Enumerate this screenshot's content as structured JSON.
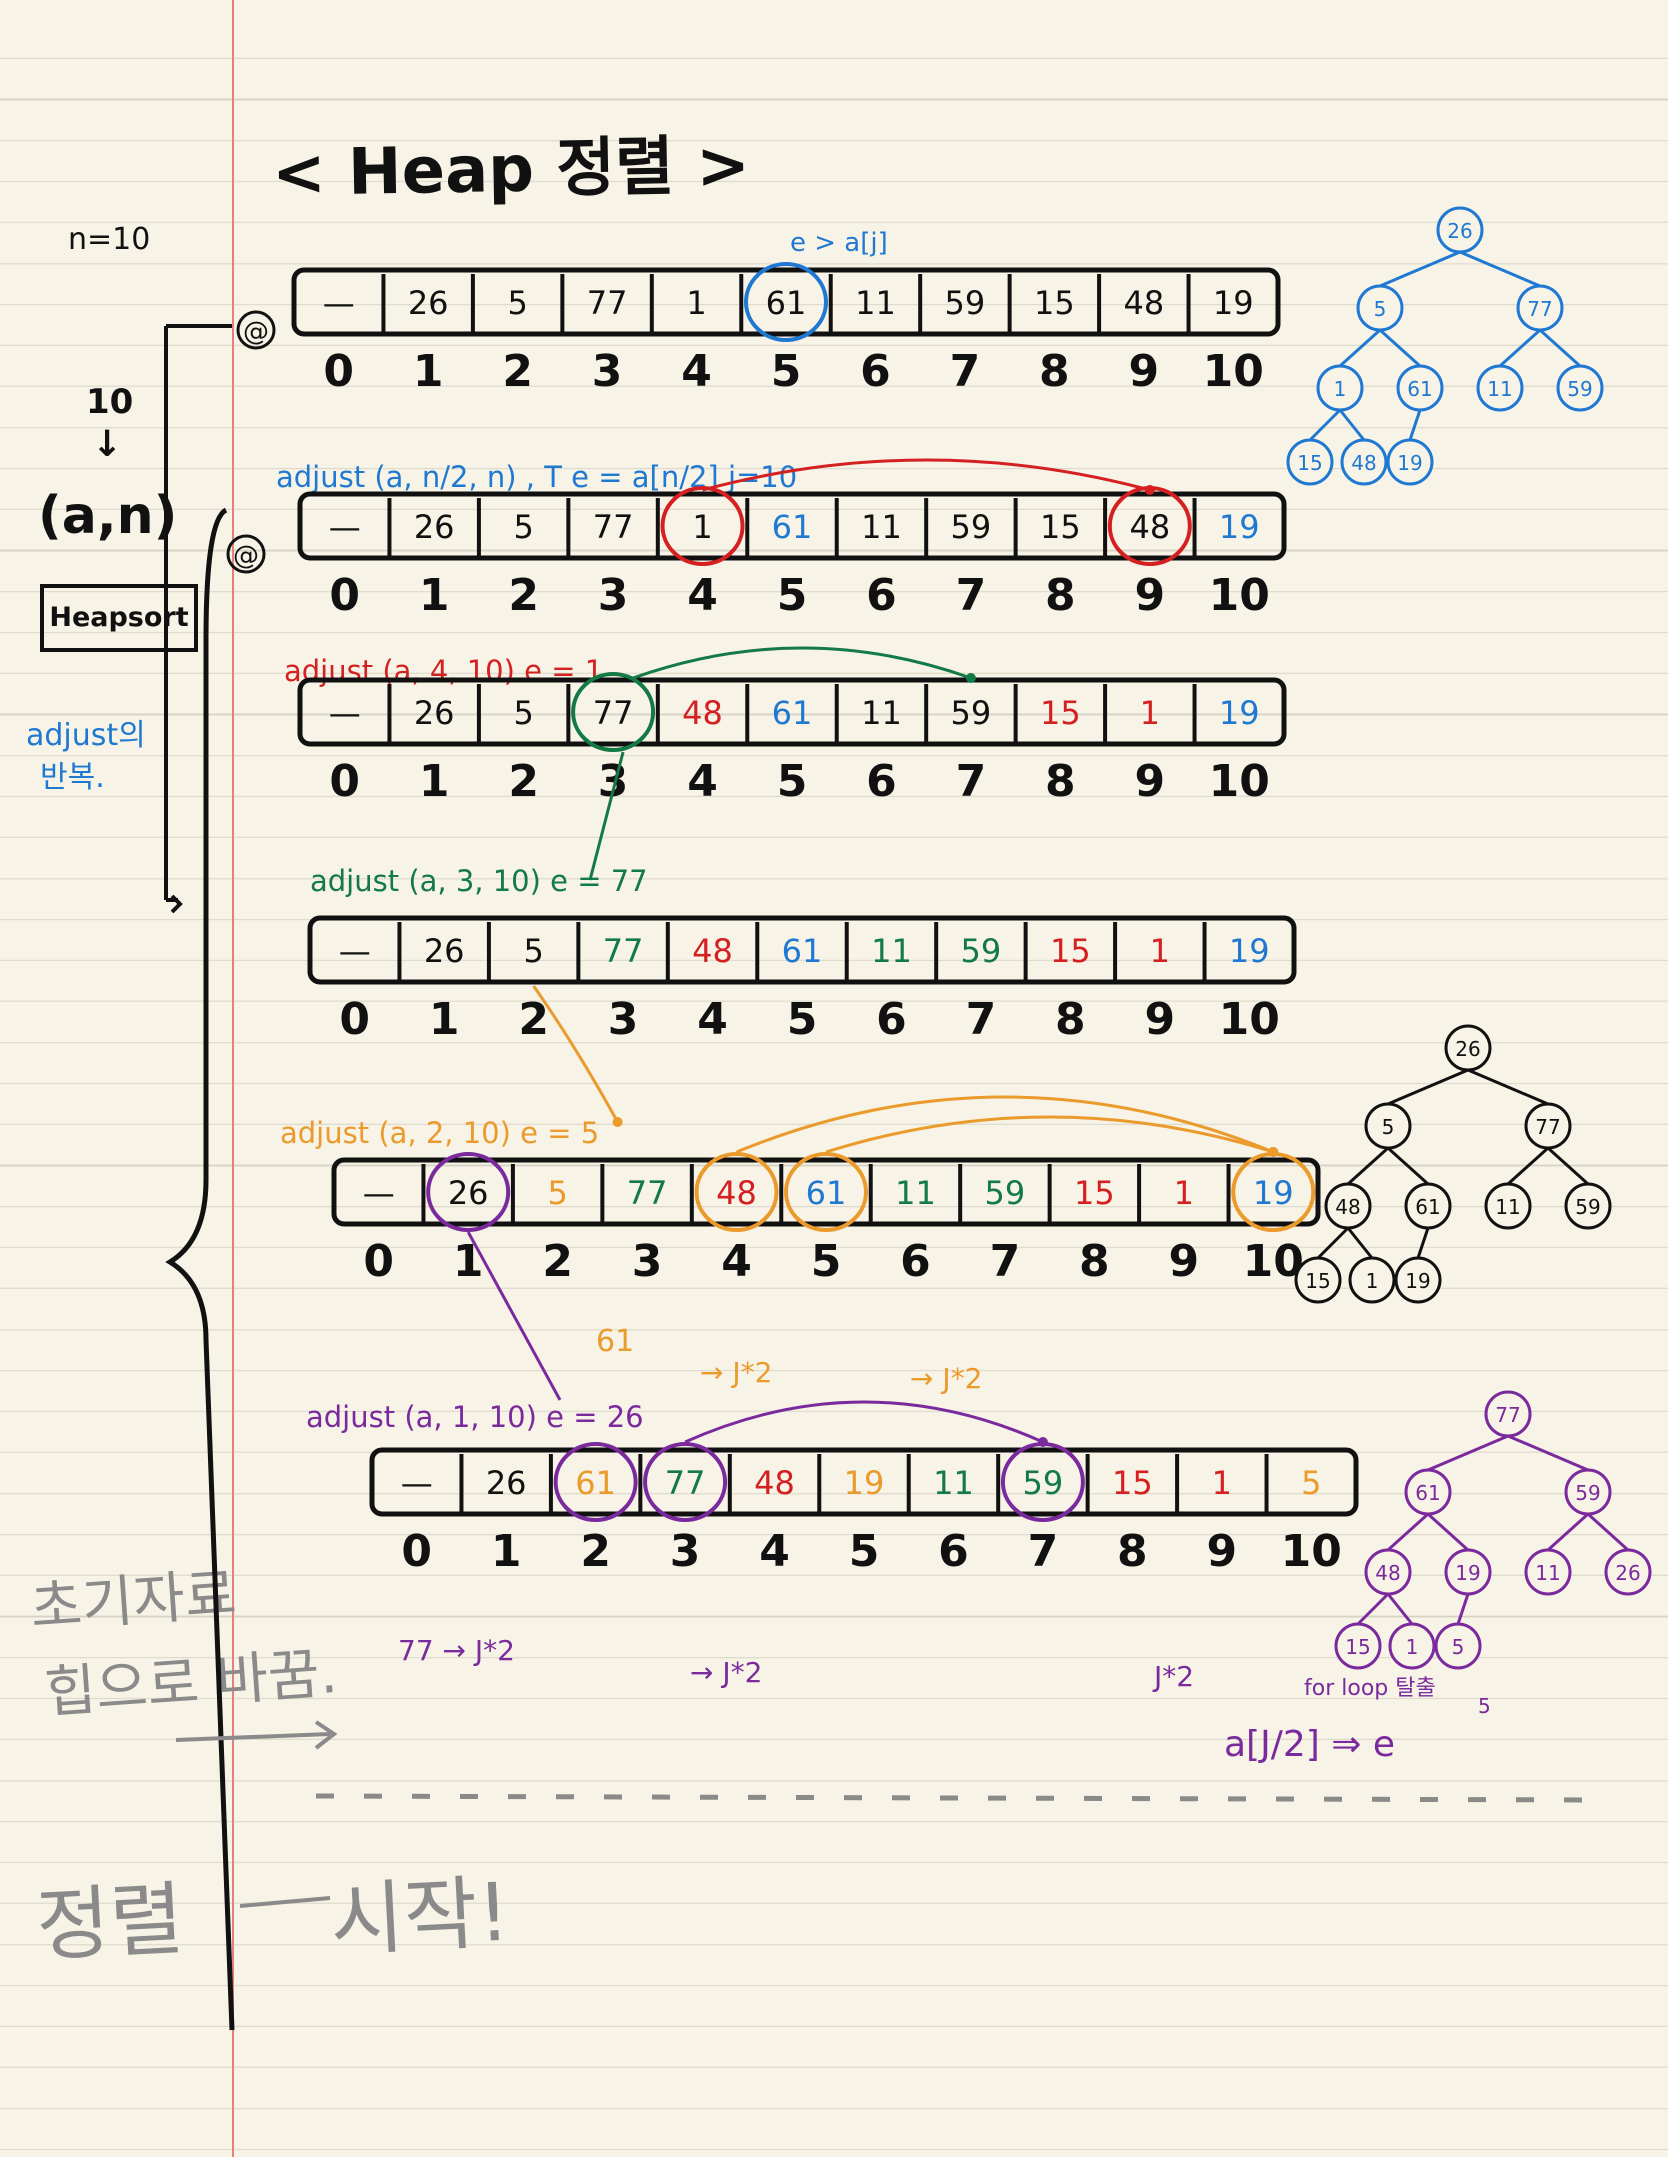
{
  "title": "< Heap 정렬 >",
  "n_note": "n=10",
  "bracket_labels": {
    "frac_top": "10",
    "frac_bottom": "↓",
    "call": "(a,n)",
    "heapsort": "Heapsort",
    "note_line1": "adjust의",
    "note_line2": "반복."
  },
  "colors": {
    "black": "#111111",
    "blue": "#1f78d1",
    "red": "#d42020",
    "green": "#137a45",
    "orange": "#eb9a2c",
    "purple": "#7a2a9c",
    "gray": "#8a8a8a"
  },
  "index_labels": [
    "0",
    "1",
    "2",
    "3",
    "4",
    "5",
    "6",
    "7",
    "8",
    "9",
    "10"
  ],
  "rows": [
    {
      "label": "",
      "values": [
        "—",
        "26",
        "5",
        "77",
        "1",
        "61",
        "11",
        "59",
        "15",
        "48",
        "19"
      ],
      "colors": [
        "black",
        "black",
        "black",
        "black",
        "black",
        "black",
        "black",
        "black",
        "black",
        "black",
        "black"
      ]
    },
    {
      "label": "adjust (a, n/2, n) , T e = a[n/2]  j=10",
      "values": [
        "—",
        "26",
        "5",
        "77",
        "1",
        "61",
        "11",
        "59",
        "15",
        "48",
        "19"
      ],
      "colors": [
        "black",
        "black",
        "black",
        "black",
        "black",
        "blue",
        "black",
        "black",
        "black",
        "black",
        "blue"
      ]
    },
    {
      "label": "adjust (a, 4, 10)   e = 1",
      "values": [
        "—",
        "26",
        "5",
        "77",
        "48",
        "61",
        "11",
        "59",
        "15",
        "1",
        "19"
      ],
      "colors": [
        "black",
        "black",
        "black",
        "black",
        "red",
        "blue",
        "black",
        "black",
        "red",
        "red",
        "blue"
      ]
    },
    {
      "label": "adjust (a, 3, 10)   e = 77",
      "values": [
        "—",
        "26",
        "5",
        "77",
        "48",
        "61",
        "11",
        "59",
        "15",
        "1",
        "19"
      ],
      "colors": [
        "black",
        "black",
        "black",
        "green",
        "red",
        "blue",
        "green",
        "green",
        "red",
        "red",
        "blue"
      ]
    },
    {
      "label": "adjust (a, 2, 10)   e = 5",
      "values": [
        "—",
        "26",
        "5",
        "77",
        "48",
        "61",
        "11",
        "59",
        "15",
        "1",
        "19"
      ],
      "colors": [
        "black",
        "black",
        "orange",
        "green",
        "red",
        "blue",
        "green",
        "green",
        "red",
        "red",
        "blue"
      ]
    },
    {
      "label": "adjust (a, 1, 10)   e = 26",
      "values": [
        "—",
        "26",
        "61",
        "77",
        "48",
        "19",
        "11",
        "59",
        "15",
        "1",
        "5"
      ],
      "colors": [
        "black",
        "black",
        "orange",
        "green",
        "red",
        "orange",
        "green",
        "green",
        "red",
        "red",
        "orange"
      ]
    }
  ],
  "annotations": {
    "row1_note": "e > a[j]",
    "row5_note": "61",
    "row5_j1": "→ J*2",
    "row5_j2": "→ J*2",
    "row6_j1": "77 → J*2",
    "row6_j2": "→ J*2",
    "row6_j3": "J*2",
    "row6_forloop": "for loop 탈출",
    "row6_final": "a[J/2] ⇒ e",
    "row6_final_val": "5"
  },
  "trees": {
    "tree1": {
      "root": "26",
      "l1": [
        "5",
        "77"
      ],
      "l2": [
        "1",
        "61",
        "11",
        "59"
      ],
      "l3": [
        "15",
        "48",
        "19"
      ]
    },
    "tree2": {
      "root": "26",
      "l1": [
        "5",
        "77"
      ],
      "l2": [
        "48",
        "61",
        "11",
        "59"
      ],
      "l3": [
        "15",
        "1",
        "19"
      ]
    },
    "tree3": {
      "root": "77",
      "l1": [
        "61",
        "59"
      ],
      "l2": [
        "48",
        "19",
        "11",
        "26"
      ],
      "l3": [
        "15",
        "1",
        "5"
      ]
    }
  },
  "gray_notes": {
    "line1": "초기자료",
    "line2": "힙으로 바꿈.",
    "sort": "정렬",
    "start": "시작!"
  }
}
